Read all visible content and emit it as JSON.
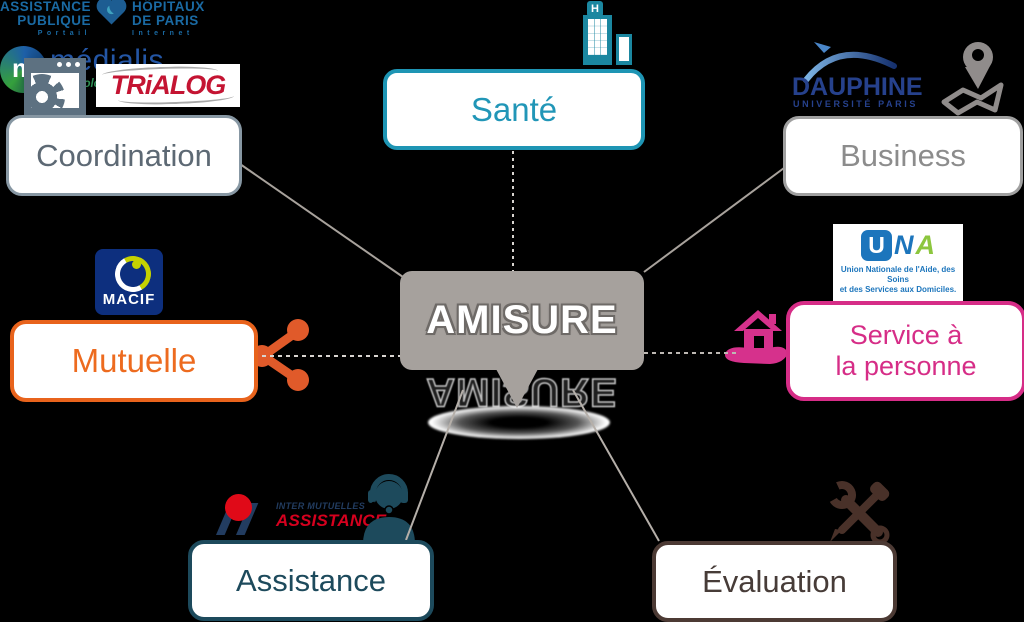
{
  "background": "#000000",
  "center": {
    "title": "AMISURE",
    "reflection_text": "AMISURE",
    "bubble_color": "#a6a19d"
  },
  "nodes": {
    "coordination": {
      "label": "Coordination",
      "color": "#5d6974",
      "border": "#8797a3"
    },
    "sante": {
      "label": "Santé",
      "color": "#2196b7",
      "border": "#1e95b4"
    },
    "business": {
      "label": "Business",
      "color": "#8c8c8c",
      "border": "#a0a0a0"
    },
    "mutuelle": {
      "label": "Mutuelle",
      "color": "#ed6b1f",
      "border": "#e8631c"
    },
    "service": {
      "label_line1": "Service à",
      "label_line2": "la personne",
      "color": "#d62d87",
      "border": "#d62d87"
    },
    "assistance": {
      "label": "Assistance",
      "color": "#1d4a5c",
      "border": "#1d4a5c"
    },
    "evaluation": {
      "label": "Évaluation",
      "color": "#473c38",
      "border": "#4c3a34"
    }
  },
  "logos": {
    "trialog": {
      "text": "TRiALOG",
      "color": "#c41432"
    },
    "aphp": {
      "line1_left": "ASSISTANCE",
      "line2_left": "PUBLIQUE",
      "sub_left": "Portail",
      "line1_right": "HÔPITAUX",
      "line2_right": "DE PARIS",
      "sub_right": "Internet",
      "color": "#1a6aa3"
    },
    "hospital_badge": "H",
    "dauphine": {
      "name": "DAUPHINE",
      "subtitle": "UNIVERSITÉ PARIS",
      "color": "#26418c"
    },
    "macif": {
      "text": "MACIF",
      "bg": "#0d2f7e",
      "accent": "#c5d200"
    },
    "una": {
      "letter_u": "U",
      "letter_n": "N",
      "letter_a": "A",
      "caption_line1": "Union Nationale de l'Aide, des Soins",
      "caption_line2": "et des Services aux Domiciles.",
      "blue": "#1c75bc",
      "green": "#8cc63e"
    },
    "ima": {
      "line1": "INTER MUTUELLES",
      "line2": "ASSISTANCE",
      "navy": "#223c60",
      "red": "#d5001e"
    },
    "medialis": {
      "mark": "m",
      "name": "médialis",
      "tagline": "Technologies pour l'autonomie",
      "blue": "#2456a5",
      "green": "#35a03c"
    }
  },
  "icons": {
    "window_gear": {
      "color": "#5d7181"
    },
    "hospital_building": {
      "color": "#1b87a0"
    },
    "map_pin": {
      "color": "#908c8b"
    },
    "share": {
      "color": "#e05a2a"
    },
    "hand_house": {
      "color": "#d6318c"
    },
    "headset_person": {
      "color": "#1d4a5c"
    },
    "tools": {
      "color": "#493129"
    }
  }
}
